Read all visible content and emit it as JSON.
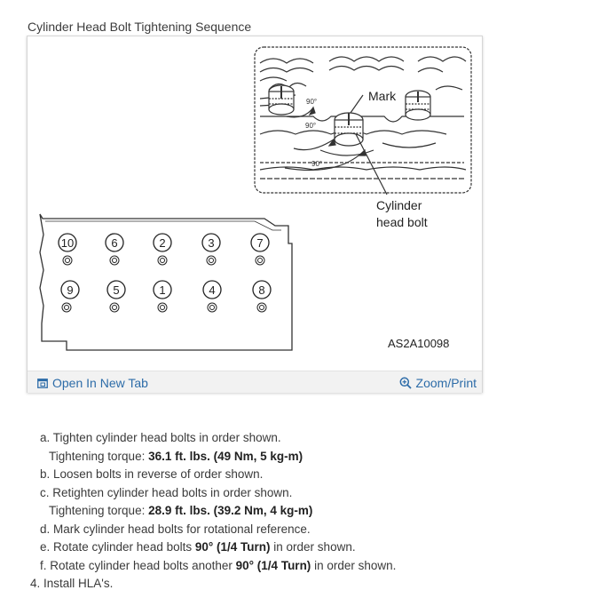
{
  "figure": {
    "title": "Cylinder Head Bolt Tightening Sequence",
    "labels": {
      "mark": "Mark",
      "angle": "90°",
      "callout_line1": "Cylinder",
      "callout_line2": "head bolt",
      "code": "AS2A10098"
    },
    "bolt_sequence_top": [
      "10",
      "6",
      "2",
      "3",
      "7"
    ],
    "bolt_sequence_bottom": [
      "9",
      "5",
      "1",
      "4",
      "8"
    ],
    "open_link": "Open In New Tab",
    "zoom_link": "Zoom/Print"
  },
  "steps": {
    "a": {
      "text": "a. Tighten cylinder head bolts in order shown."
    },
    "a_torque": {
      "prefix": "Tightening torque: ",
      "value": "36.1 ft. lbs. (49 Nm, 5 kg-m)"
    },
    "b": {
      "text": "b. Loosen bolts in reverse of order shown."
    },
    "c": {
      "text": "c. Retighten cylinder head bolts in order shown."
    },
    "c_torque": {
      "prefix": "Tightening torque: ",
      "value": "28.9 ft. lbs. (39.2 Nm, 4 kg-m)"
    },
    "d": {
      "text": "d. Mark cylinder head bolts for rotational reference."
    },
    "e": {
      "prefix": "e. Rotate cylinder head bolts ",
      "bold": "90° (1/4 Turn)",
      "suffix": " in order shown."
    },
    "f": {
      "prefix": "f. Rotate cylinder head bolts another ",
      "bold": "90° (1/4 Turn)",
      "suffix": " in order shown."
    },
    "step4": {
      "text": "4. Install HLA's."
    }
  },
  "colors": {
    "link": "#2d6ca8",
    "footer_bg": "#f2f2f2"
  },
  "icons": {
    "open": "open-new-tab-icon",
    "zoom": "zoom-magnifier-icon"
  }
}
